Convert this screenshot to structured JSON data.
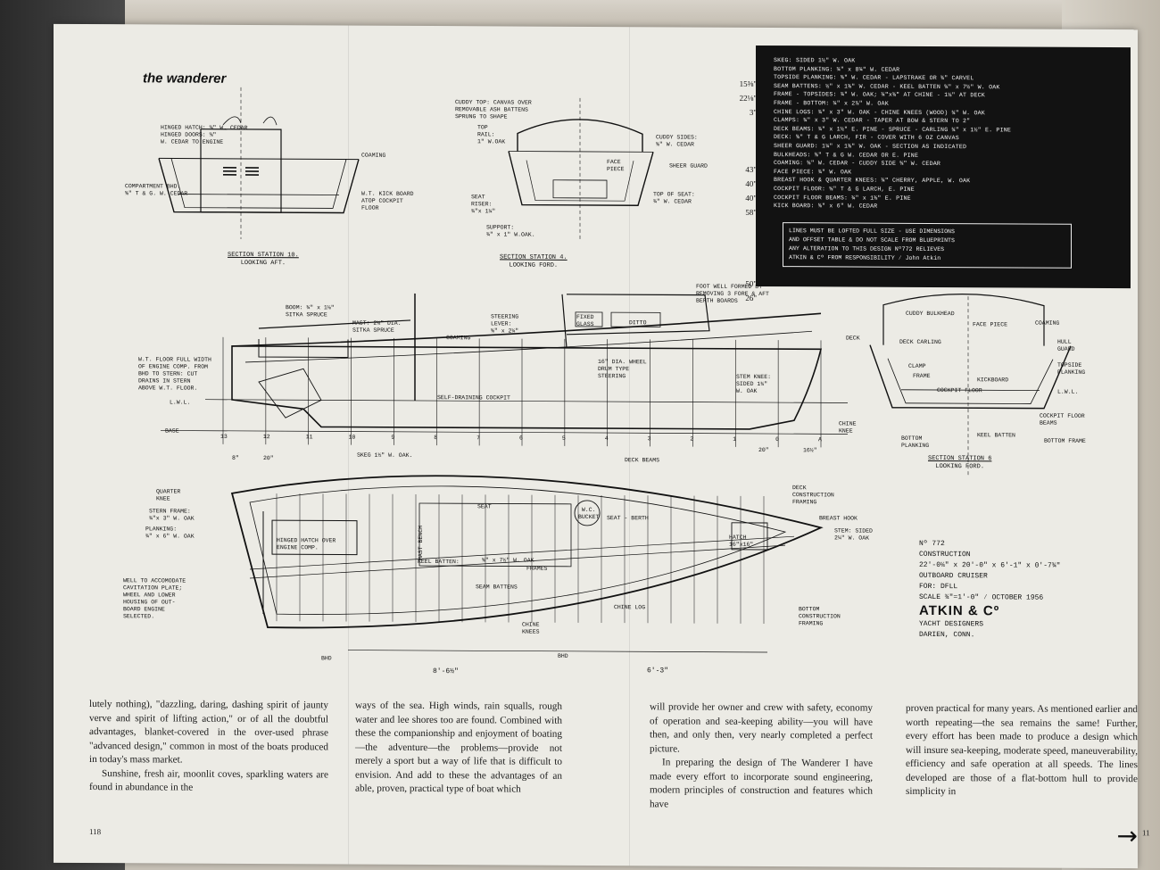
{
  "title": "the wanderer",
  "specs": [
    "SKEG: SIDED 1½\" W. OAK",
    "BOTTOM PLANKING: ¾\" x 8¾\" W. CEDAR",
    "TOPSIDE PLANKING: ⅝\" W. CEDAR - LAPSTRAKE OR ¾\" CARVEL",
    "SEAM BATTENS: ½\" x 1⅜\" W. CEDAR - KEEL BATTEN ⅝\" x 7½\" W. OAK",
    "FRAME - TOPSIDES: ¾\" W. OAK; ¾\"x¾\" AT CHINE - 1⅛\" AT DECK",
    "FRAME - BOTTOM: ¾\" x 2⅞\" W. OAK",
    "CHINE LOGS: ¾\" x 3\" W. OAK - CHINE KNEES (WOOD) ¾\" W. OAK",
    "CLAMPS: ¾\" x 3\" W. CEDAR - TAPER AT BOW & STERN TO 2\"",
    "DECK BEAMS: ¾\" x 1½\" E. PINE - SPRUCE - CARLING ¾\" x 1½\" E. PINE",
    "DECK: ⅝\" T & G LARCH, FIR - COVER WITH 6 OZ CANVAS",
    "SHEER GUARD: 1¼\" x 1⅜\" W. OAK - SECTION AS INDICATED",
    "BULKHEADS: ⅝\" T & G W. CEDAR OR E. PINE",
    "COAMING: ⅝\" W. CEDAR - CUDDY SIDE ⅝\" W. CEDAR",
    "FACE PIECE: ¾\" W. OAK",
    "BREAST HOOK & QUARTER KNEES: ¾\" CHERRY, APPLE, W. OAK",
    "COCKPIT FLOOR: ⅝\" T & G LARCH, E. PINE",
    "COCKPIT FLOOR BEAMS: ¾\" x 1⅜\" E. PINE",
    "KICK BOARD: ⅝\" x 6\" W. CEDAR"
  ],
  "note": [
    "LINES MUST BE LOFTED FULL SIZE - USE DIMENSIONS",
    "AND OFFSET TABLE & DO NOT SCALE FROM BLUEPRINTS",
    "ANY ALTERATION TO THIS DESIGN Nº772 RELIEVES",
    "ATKIN & Cº FROM RESPONSIBILITY ⁄ John Atkin"
  ],
  "side_numbers": [
    "15⅜\"",
    "22⅛\"",
    "3\"",
    "",
    "",
    "",
    "43\"",
    "40\"",
    "40\"",
    "58\"",
    "",
    "",
    "",
    "",
    "50\"",
    "26\""
  ],
  "sections": {
    "s10": {
      "title": "SECTION STATION 10.",
      "sub": "LOOKING AFT."
    },
    "s4": {
      "title": "SECTION STATION 4.",
      "sub": "LOOKING FORD."
    },
    "s6": {
      "title": "SECTION STATION 6",
      "sub": "LOOKING FORD."
    }
  },
  "labels": {
    "hinged": "HINGED HATCH: ⅝\" W. CEDAR\nHINGED DOORS: ⅝\"\nW. CEDAR TO ENGINE",
    "coaming": "COAMING",
    "compartment": "COMPARTMENT BHD.\n⅝\" T & G. W. CEDAR",
    "kickboard": "W.T. KICK BOARD\nATOP COCKPIT\nFLOOR",
    "cuddy_top": "CUDDY TOP: CANVAS OVER\nREMOVABLE ASH BATTENS\nSPRUNG TO SHAPE",
    "top_rail": "TOP\nRAIL:\n1\" W.OAK",
    "face_piece": "FACE\nPIECE",
    "cuddy_sides": "CUDDY SIDES:\n⅝\" W. CEDAR",
    "sheer_guard": "SHEER GUARD",
    "seat_riser": "SEAT\nRISER:\n¾\"x 1¼\"",
    "top_seat": "TOP OF SEAT:\n¾\" W. CEDAR",
    "support": "SUPPORT:\n¾\" x 1\" W.OAK.",
    "boom": "BOOM: ¾\" x 1⅛\"\nSITKA SPRUCE",
    "mast": "MAST: 2¼\" DIA.\nSITKA SPRUCE",
    "steering": "STEERING\nLEVER:\n⅝\" x 2¼\"",
    "fixed_glass": "FIXED\nGLASS",
    "ditto": "DITTO",
    "foot_well": "FOOT WELL FORMED BY\nREMOVING 3 FORE & AFT\nBERTH BOARDS",
    "coaming2": "COAMING",
    "wt_floor": "W.T. FLOOR FULL WIDTH\nOF ENGINE COMP. FROM\nBHD TO STERN: CUT\nDRAINS IN STERN\nABOVE W.T. FLOOR.",
    "lwl": "L.W.L.",
    "wheel": "16\" DIA. WHEEL\nDRUM TYPE\nSTEERING",
    "stem_knee": "STEM KNEE:\nSIDED 1¾\"\nW. OAK",
    "self_drain": "SELF-DRAINING COCKPIT",
    "base": "BASE",
    "skeg": "SKEG 1½\" W. OAK.",
    "cuddy_bulkhead": "CUDDY BULKHEAD",
    "face_piece2": "FACE PIECE",
    "coaming3": "COAMING",
    "deck": "DECK",
    "deck_carling": "DECK CARLING",
    "hull_guard": "HULL\nGUARD",
    "clamp": "CLAMP",
    "frame": "FRAME",
    "kickboard2": "KICKBOARD",
    "topside_planking": "TOPSIDE\nPLANKING",
    "cockpit_floor": "COCKPIT FLOOR",
    "lwl2": "L.W.L.",
    "chine_knee": "CHINE\nKNEE",
    "bottom_planking": "BOTTOM\nPLANKING",
    "keel_batten": "KEEL BATTEN",
    "cockpit_beams": "COCKPIT FLOOR\nBEAMS",
    "bottom_frame": "BOTTOM FRAME",
    "deck_beams": "DECK BEAMS",
    "deck_const": "DECK\nCONSTRUCTION\nFRAMING",
    "breast_hook": "BREAST HOOK",
    "stem_sided": "STEM: SIDED\n2¼\" W. OAK",
    "quarter_knee": "QUARTER\nKNEE",
    "stern_frame": "STERN FRAME:\n¾\"x 3\" W. OAK",
    "planking": "PLANKING:\n¾\" x 6\" W. OAK",
    "hinged_hatch": "HINGED HATCH OVER\nENGINE COMP.",
    "mast_bench": "MAST BENCH",
    "seat": "SEAT",
    "wc_bucket": "W.C.\nBUCKET",
    "seat_berth": "SEAT - BERTH",
    "hatch": "HATCH\n16\"x16\"",
    "keel_batten2": "KEEL BATTEN:",
    "keel_batten2_val": "⅝\" x 7½\" W. OAK",
    "frames": "FRAMES",
    "seam_battens": "SEAM BATTENS",
    "chine_log": "CHINE LOG",
    "chine_knees": "CHINE\nKNEES",
    "well": "WELL TO ACCOMODATE\nCAVITATION PLATE;\nWHEEL AND LOWER\nHOUSING OF OUT-\nBOARD ENGINE\nSELECTED.",
    "bottom_const": "BOTTOM\nCONSTRUCTION\nFRAMING",
    "bhd1": "BHD",
    "bhd2": "BHD",
    "dim1": "8'-6½\"",
    "dim2": "6'-3\"",
    "dim3": "20\"",
    "dim4": "16½\"",
    "dim5": "8\"",
    "dim6": "20\""
  },
  "stations": [
    "13",
    "12",
    "11",
    "10",
    "9",
    "8",
    "7",
    "6",
    "5",
    "4",
    "3",
    "2",
    "1",
    "0",
    "A"
  ],
  "info": {
    "no": "Nº 772",
    "construction": "CONSTRUCTION",
    "dims": "22'-0¼\" x 20'-0\" x 6'-1\" x 0'-7¾\"",
    "type": "OUTBOARD CRUISER",
    "for": "FOR: DFLL",
    "scale": "SCALE ¾\"=1'-0\" ⁄ OCTOBER 1956",
    "firm": "ATKIN & Cº",
    "role": "YACHT DESIGNERS",
    "place": "DARIEN, CONN."
  },
  "text": {
    "col1": "lutely nothing), \"dazzling, daring, dashing spirit of jaunty verve and spirit of lifting action,\" or of all the doubtful advantages, blanket-covered in the over-used phrase \"advanced design,\" common in most of the boats produced in today's mass market.",
    "col1b": "Sunshine, fresh air, moonlit coves, sparkling waters are found in abundance in the",
    "col2": "ways of the sea. High winds, rain squalls, rough water and lee shores too are found. Combined with these the companionship and enjoyment of boating—the adventure—the problems—provide not merely a sport but a way of life that is difficult to envision. And add to these the advantages of an able, proven, practical type of boat which",
    "col3": "will provide her owner and crew with safety, economy of operation and sea-keeping ability—you will have then, and only then, very nearly completed a perfect picture.",
    "col3b": "In preparing the design of The Wanderer I have made every effort to incorporate sound engineering, modern principles of construction and features which have",
    "col4": "proven practical for many years. As mentioned earlier and worth repeating—the sea remains the same! Further, every effort has been made to produce a design which will insure sea-keeping, moderate speed, maneuverability, efficiency and safe operation at all speeds. The lines developed are those of a flat-bottom hull to provide simplicity in",
    "page_left": "118",
    "page_right": "11"
  }
}
